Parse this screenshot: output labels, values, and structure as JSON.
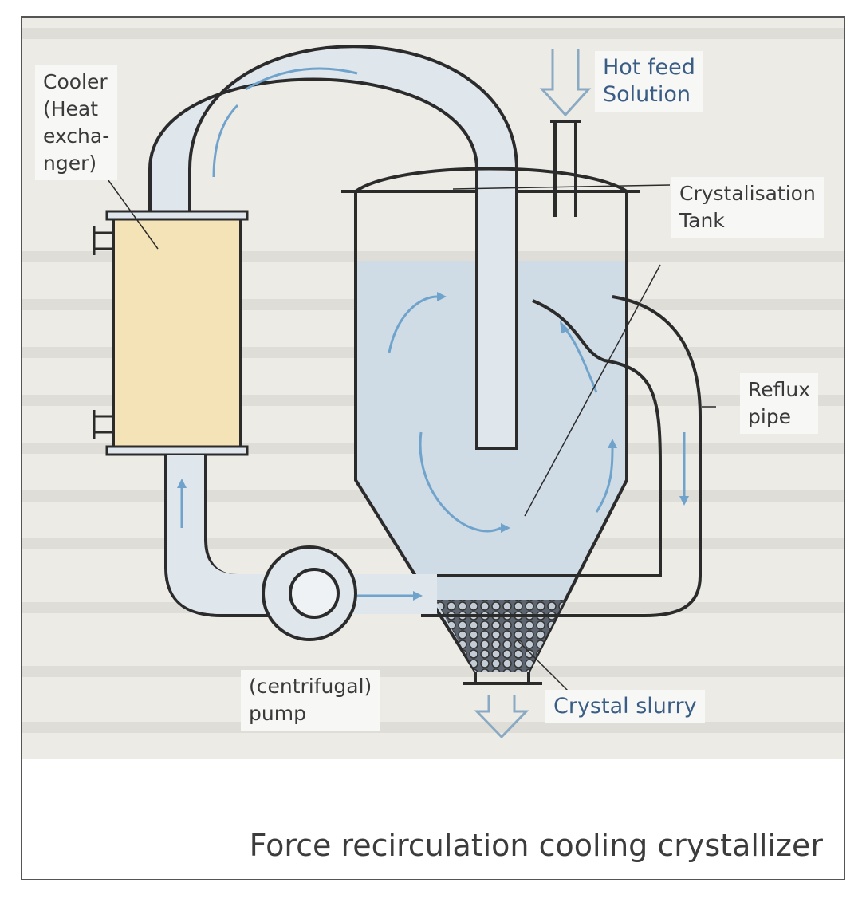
{
  "labels": {
    "cooler": "Cooler\n(Heat\nexcha-\nnger)",
    "hot_feed": "Hot feed\nSolution",
    "tank": "Crystalisation\nTank",
    "reflux": "Reflux\npipe",
    "pump": "(centrifugal)\npump",
    "slurry": "Crystal slurry"
  },
  "caption": "Force recirculation cooling crystallizer",
  "colors": {
    "liquid": "#cfdce6",
    "pipe_fill": "#dfe6ec",
    "outline": "#2b2b2b",
    "cooler_fill": "#f3e3b7",
    "flow_arrow": "#6fa3cc",
    "label_blue": "#3a5d86"
  }
}
